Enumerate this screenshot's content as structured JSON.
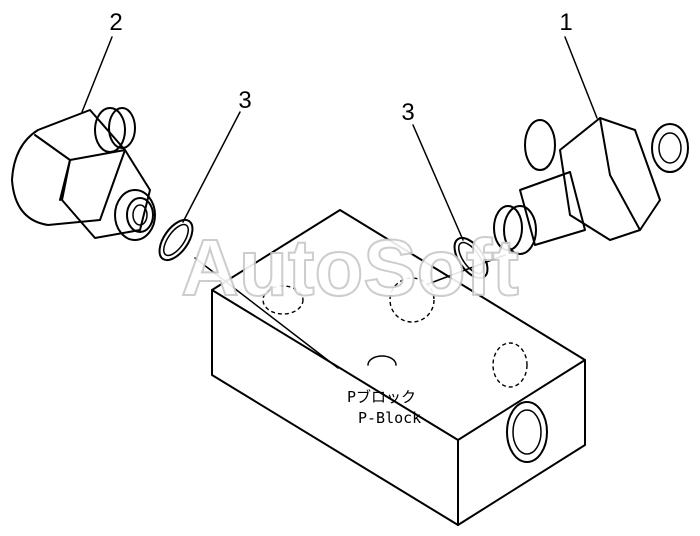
{
  "callouts": {
    "part1": "1",
    "part2": "2",
    "part3_left": "3",
    "part3_right": "3"
  },
  "block_label": {
    "line1": "Pブロック",
    "line2": "P-Block"
  },
  "watermark": "AutoSoft"
}
